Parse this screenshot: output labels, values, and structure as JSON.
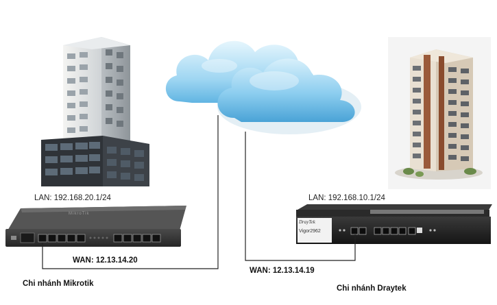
{
  "left_site": {
    "lan": "LAN: 192.168.20.1/24",
    "wan": "WAN: 12.13.14.20",
    "branch_name": "Chi nhánh Mikrotik",
    "device_brand_mark": "MikroTik"
  },
  "right_site": {
    "lan": "LAN: 192.168.10.1/24",
    "wan": "WAN: 12.13.14.19",
    "branch_name": "Chi nhánh Draytek",
    "device_brand_mark": "DrayTek",
    "device_model_mark": "Vigor2962"
  },
  "colors": {
    "cloud_light": "#cfeaf8",
    "cloud_dark": "#5fb3e0",
    "router_mikrotik": "#3a3a3a",
    "router_draytek": "#2b2b2b",
    "wire": "#222222"
  }
}
